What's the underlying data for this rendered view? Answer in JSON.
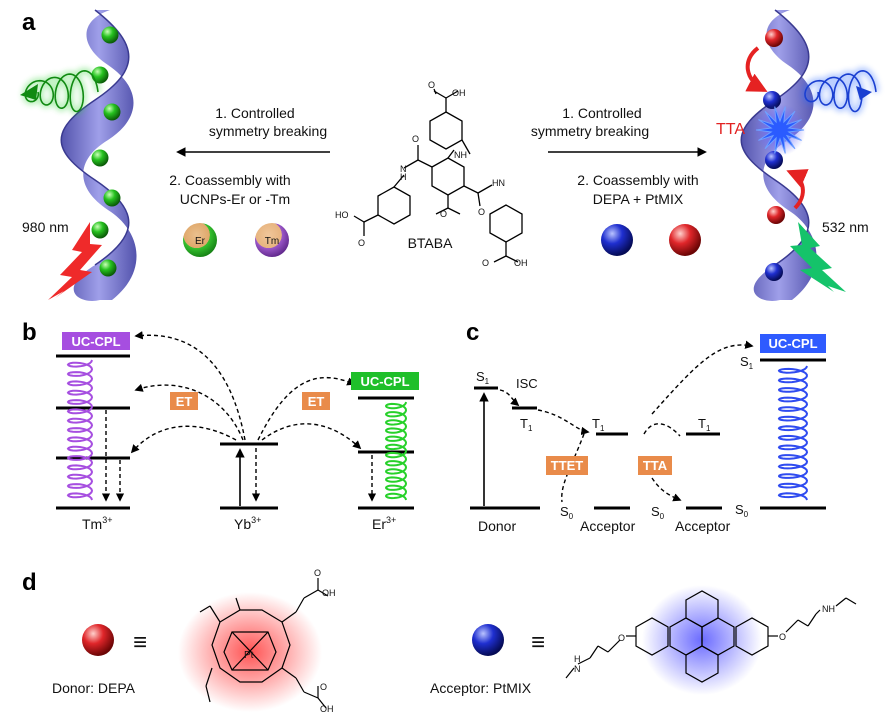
{
  "panels": {
    "a": "a",
    "b": "b",
    "c": "c",
    "d": "d"
  },
  "panel_a": {
    "left_step1_line1": "1. Controlled",
    "left_step1_line2": "symmetry breaking",
    "left_step2_line1": "2. Coassembly with",
    "left_step2_line2": "UCNPs-Er or -Tm",
    "right_step1_line1": "1. Controlled",
    "right_step1_line2": "symmetry breaking",
    "right_step2_line1": "2. Coassembly with",
    "right_step2_line2": "DEPA + PtMIX",
    "molecule_name": "BTABA",
    "er_label": "Er",
    "tm_label": "Tm",
    "left_wavelength": "980 nm",
    "right_wavelength": "532 nm",
    "tta_label": "TTA",
    "chem_oh": "OH",
    "chem_ho": "HO",
    "chem_nh": "NH",
    "chem_hn": "HN",
    "chem_h": "H",
    "chem_n": "N",
    "chem_o": "O"
  },
  "panel_b": {
    "ucpl_tm": "UC-CPL",
    "ucpl_er": "UC-CPL",
    "et_left": "ET",
    "et_right": "ET",
    "tm_base": "Tm",
    "tm_sup": "3+",
    "yb_base": "Yb",
    "yb_sup": "3+",
    "er_base": "Er",
    "er_sup": "3+"
  },
  "panel_c": {
    "s1": "S",
    "s1_sub": "1",
    "isc": "ISC",
    "t1_donor": "T",
    "t1_donor_sub": "1",
    "t1_acc1": "T",
    "t1_acc1_sub": "1",
    "t1_acc2": "T",
    "t1_acc2_sub": "1",
    "ttet": "TTET",
    "tta": "TTA",
    "s0_acc1": "S",
    "s0_acc1_sub": "0",
    "s0_acc2": "S",
    "s0_acc2_sub": "0",
    "s0_final": "S",
    "s0_final_sub": "0",
    "s1_final": "S",
    "s1_final_sub": "1",
    "ucpl": "UC-CPL",
    "donor": "Donor",
    "acceptor1": "Acceptor",
    "acceptor2": "Acceptor"
  },
  "panel_d": {
    "equiv_left": "≡",
    "equiv_right": "≡",
    "donor_label": "Donor: DEPA",
    "acceptor_label": "Acceptor: PtMIX",
    "chem_oh": "OH",
    "chem_oh2": "OH",
    "chem_o": "O",
    "chem_o2": "O",
    "chem_o3": "O",
    "chem_o4": "O",
    "chem_pt": "Pt",
    "chem_n": "N",
    "chem_nh": "NH",
    "chem_hn": "H",
    "chem_hn_n": "N"
  },
  "colors": {
    "helix": "#6f6fcf",
    "green_glow": "#27d12a",
    "blue_glow": "#2f6bff",
    "purple": "#a64ee0",
    "orange_label": "#e98b4a",
    "red_ball": "#e0262a",
    "blue_ball": "#1f2fd0",
    "red_bolt": "#ef2a2a",
    "green_bolt": "#15c36a"
  }
}
